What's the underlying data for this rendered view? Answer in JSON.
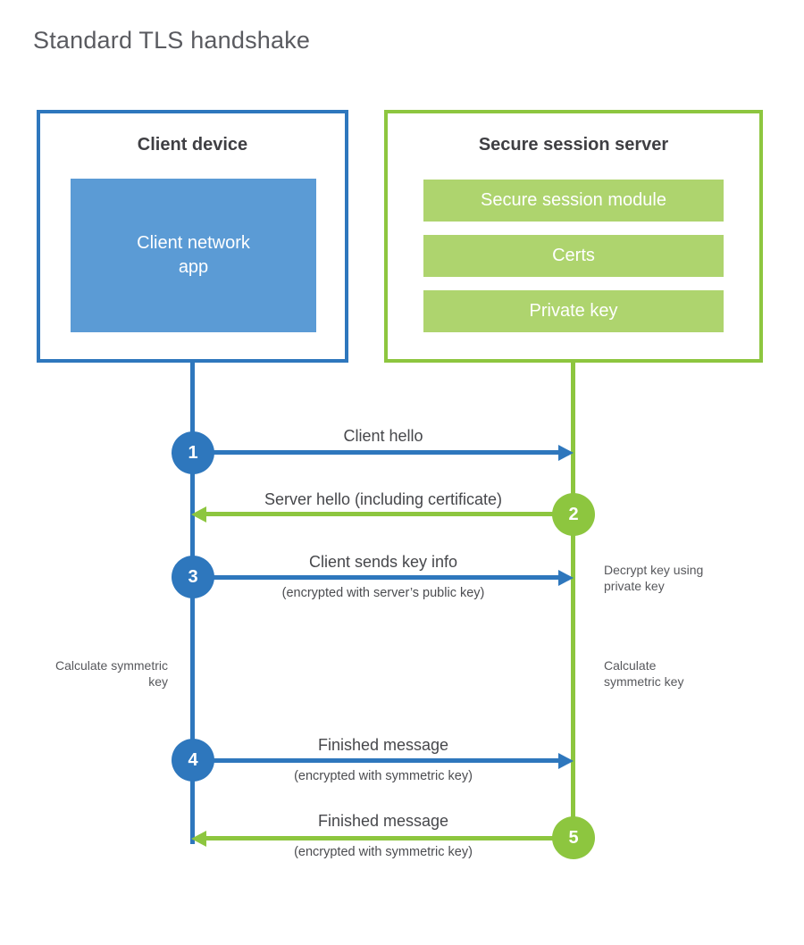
{
  "page": {
    "title": "Standard TLS handshake"
  },
  "client": {
    "title": "Client device",
    "app_label": "Client network app"
  },
  "server": {
    "title": "Secure session server",
    "modules": [
      "Secure session module",
      "Certs",
      "Private key"
    ]
  },
  "steps": [
    {
      "num": "1",
      "label": "Client hello",
      "sub": "",
      "direction": "client-to-server"
    },
    {
      "num": "2",
      "label": "Server hello (including certificate)",
      "sub": "",
      "direction": "server-to-client"
    },
    {
      "num": "3",
      "label": "Client sends key info",
      "sub": "(encrypted with server’s public key)",
      "direction": "client-to-server"
    },
    {
      "num": "4",
      "label": "Finished message",
      "sub": "(encrypted with symmetric key)",
      "direction": "client-to-server"
    },
    {
      "num": "5",
      "label": "Finished message",
      "sub": "(encrypted with symmetric key)",
      "direction": "server-to-client"
    }
  ],
  "notes": {
    "decrypt": "Decrypt key using private key",
    "calc_left": "Calculate symmetric key",
    "calc_right": "Calculate symmetric key"
  },
  "colors": {
    "blue": "#2e77bd",
    "blue_light": "#5b9bd5",
    "green": "#8dc63f",
    "green_light": "#aed46e",
    "text_dark": "#3f3f43"
  }
}
